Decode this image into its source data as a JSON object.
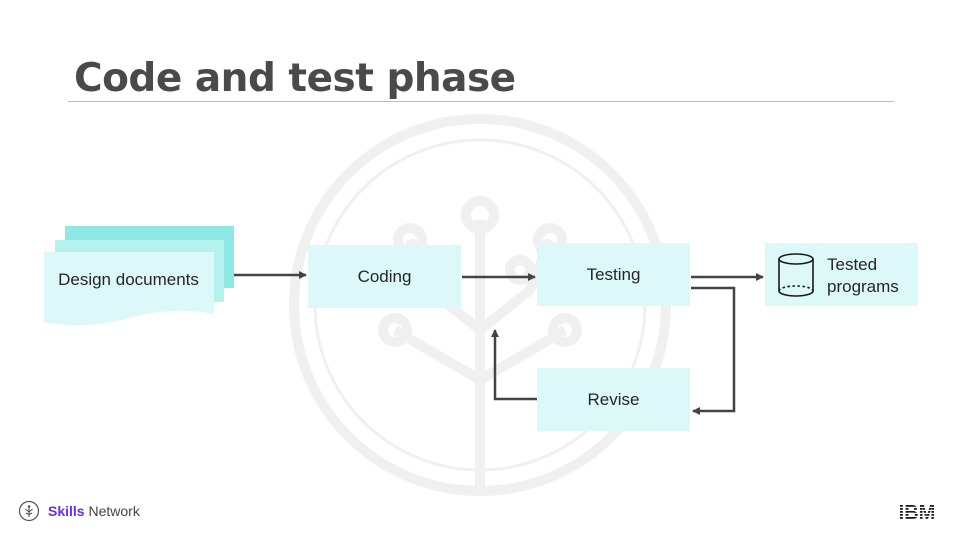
{
  "slide": {
    "title": "Code and test phase"
  },
  "diagram": {
    "design_documents": "Design documents",
    "coding": "Coding",
    "testing": "Testing",
    "revise": "Revise",
    "tested_programs_line1": "Tested",
    "tested_programs_line2": "programs"
  },
  "footer": {
    "brand_bold": "Skills",
    "brand_rest": "Network",
    "ibm_logo_text": "IBM"
  },
  "colors": {
    "box_fill": "#dcf8f9",
    "doc_layer_back": "#8ee9e4",
    "doc_layer_mid": "#b4f2ef",
    "arrow": "#444444",
    "title": "#4a4a4a",
    "brand_accent": "#6c2ee8"
  },
  "icons": {
    "database": "database-icon",
    "skills_network": "skills-network-logo-icon",
    "ibm": "ibm-logo",
    "watermark": "tree-network-watermark-icon"
  }
}
